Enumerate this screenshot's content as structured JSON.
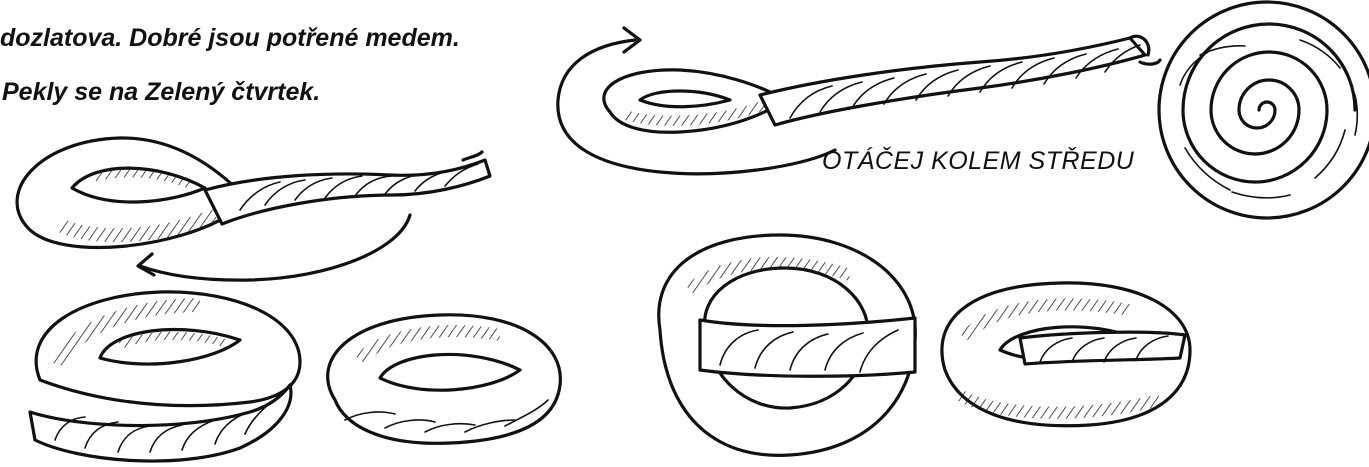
{
  "caption": {
    "line1": "dozlatova. Dobré jsou potřené medem.",
    "line2": "Pekly se na Zelený čtvrtek."
  },
  "labels": {
    "rotate_around_center": "OTÁČEJ KOLEM STŘEDU"
  },
  "figures": [
    {
      "id": "twist-loop-left",
      "icon": "twisted-dough-loop"
    },
    {
      "id": "arrow-curved-left",
      "icon": "curved-arrow"
    },
    {
      "id": "ring-twist-bottom-left",
      "icon": "dough-ring-with-twist"
    },
    {
      "id": "ring-folded-left",
      "icon": "folded-dough-ring"
    },
    {
      "id": "twist-loop-top",
      "icon": "twisted-dough-loop"
    },
    {
      "id": "arrow-circular",
      "icon": "circular-arrow"
    },
    {
      "id": "spiral-roll",
      "icon": "spiral-coiled-dough"
    },
    {
      "id": "ring-crossed",
      "icon": "dough-ring-crossed"
    },
    {
      "id": "ring-folded-right",
      "icon": "folded-dough-ring"
    }
  ]
}
